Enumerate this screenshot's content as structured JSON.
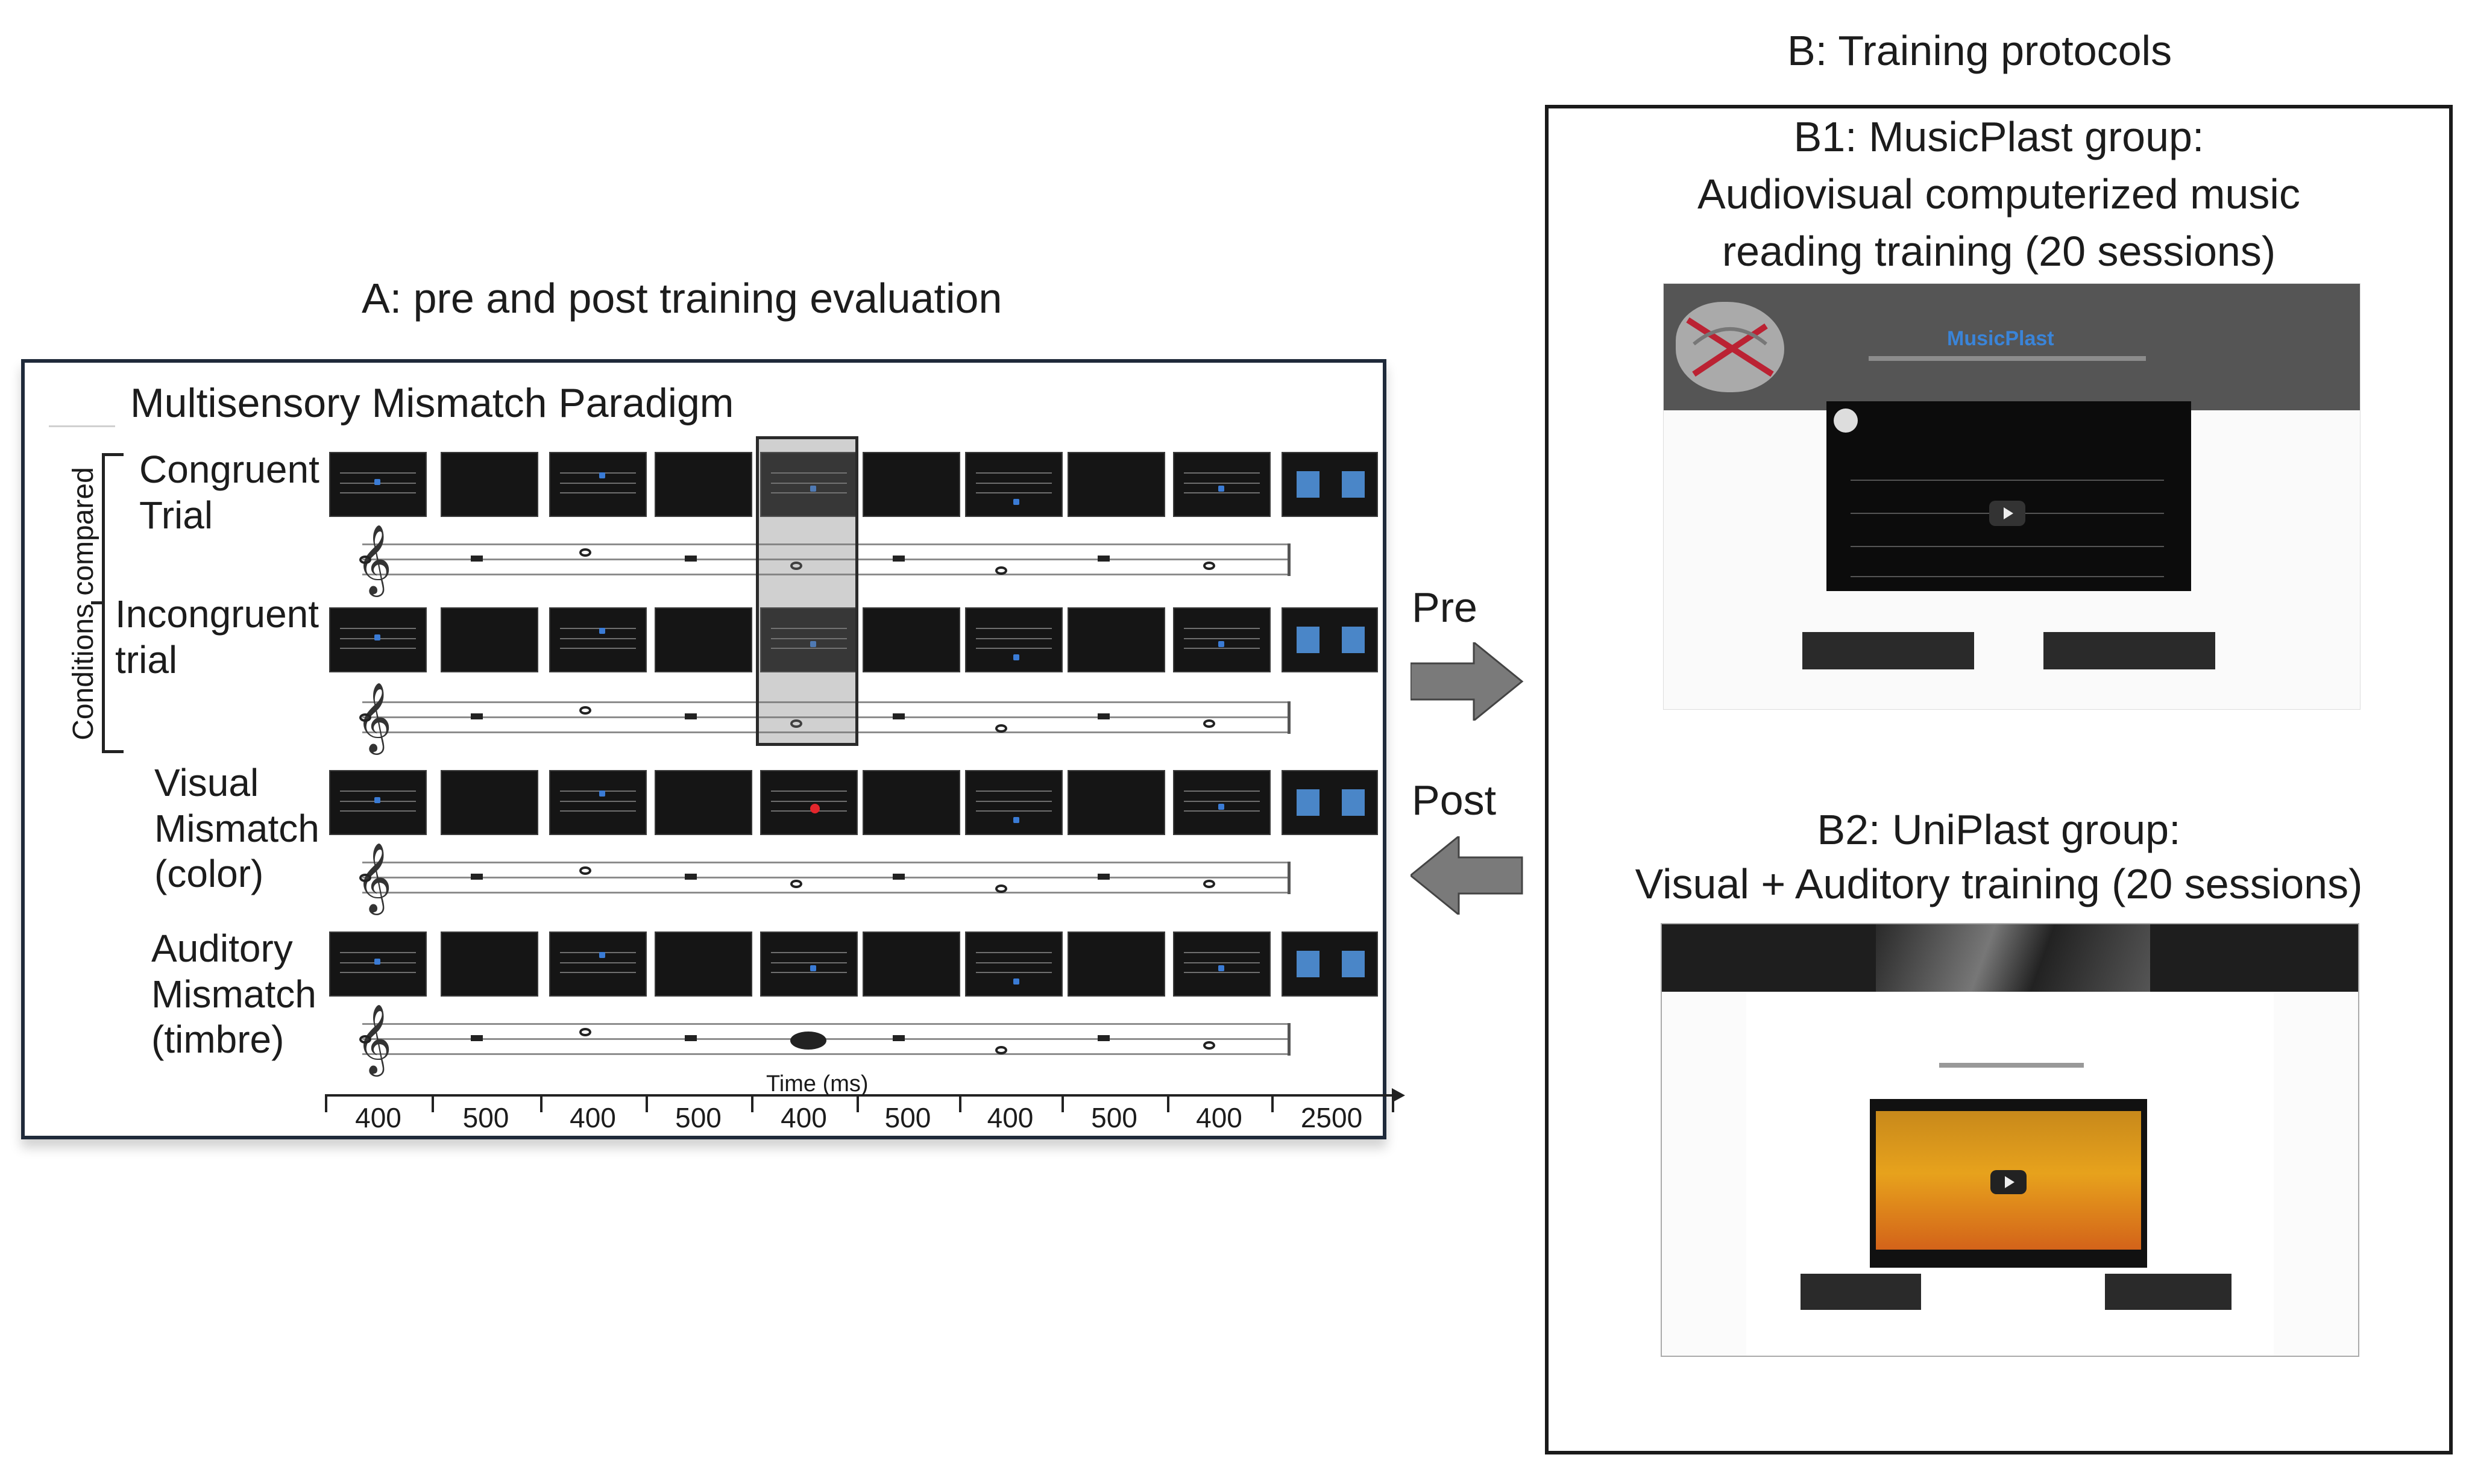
{
  "panel_a": {
    "heading": "A: pre and post training evaluation",
    "paradigm_title": "Multisensory Mismatch Paradigm",
    "side_label": "Conditions compared",
    "rows": [
      {
        "label_line1": "Congruent",
        "label_line2": "Trial",
        "label_line3": ""
      },
      {
        "label_line1": "Incongruent",
        "label_line2": "trial",
        "label_line3": ""
      },
      {
        "label_line1": "Visual",
        "label_line2": "Mismatch",
        "label_line3": "(color)"
      },
      {
        "label_line1": "Auditory",
        "label_line2": "Mismatch",
        "label_line3": "(timbre)"
      }
    ],
    "time_axis_label": "Time (ms)",
    "time_values": [
      "400",
      "500",
      "400",
      "500",
      "400",
      "500",
      "400",
      "500",
      "400",
      "2500"
    ]
  },
  "arrows": {
    "pre_label": "Pre",
    "post_label": "Post"
  },
  "panel_b": {
    "heading": "B: Training protocols",
    "b1": {
      "line1": "B1: MusicPlast group:",
      "line2": "Audiovisual computerized music",
      "line3": "reading training (20 sessions)",
      "app_title": "MusicPlast"
    },
    "b2": {
      "line1": "B2: UniPlast group:",
      "line2": "Visual + Auditory training (20 sessions)"
    }
  },
  "colors": {
    "panel_border": "#1f2a3a",
    "note_blue": "#3a7bd5",
    "mismatch_red": "#e3262c",
    "end_square": "#4a86c8",
    "arrow_gray": "#7a7a7a"
  }
}
